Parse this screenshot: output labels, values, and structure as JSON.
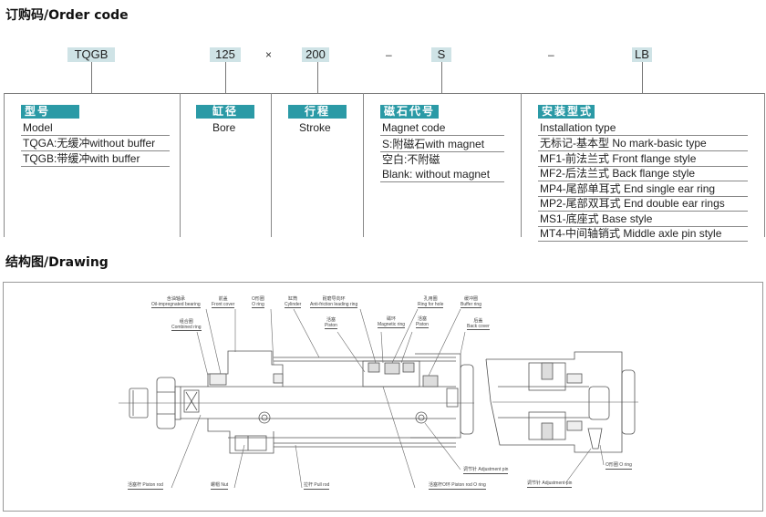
{
  "order_code": {
    "title": "订购码/Order code",
    "codes": {
      "model": "TQGB",
      "bore": "125",
      "times": "×",
      "stroke": "200",
      "dash1": "–",
      "magnet": "S",
      "dash2": "–",
      "install": "LB"
    },
    "columns": {
      "model": {
        "header": "型号",
        "label": "Model",
        "rows": [
          "TQGA:无缓冲without buffer",
          "TQGB:带缓冲with buffer"
        ]
      },
      "bore": {
        "header": "缸径",
        "label": "Bore"
      },
      "stroke": {
        "header": "行程",
        "label": "Stroke"
      },
      "magnet": {
        "header": "磁石代号",
        "label": "Magnet code",
        "rows": [
          "S:附磁石with magnet",
          "空白:不附磁",
          "Blank: without magnet"
        ]
      },
      "install": {
        "header": "安装型式",
        "label": "Installation type",
        "rows": [
          "无标记-基本型 No mark-basic type",
          "MF1-前法兰式 Front flange style",
          "MF2-后法兰式 Back flange style",
          "MP4-尾部单耳式 End single ear ring",
          "MP2-尾部双耳式 End double ear rings",
          "MS1-底座式 Base style",
          "MT4-中间轴销式 Middle axle pin style"
        ]
      }
    }
  },
  "drawing": {
    "title": "结构图/Drawing",
    "top_labels": [
      {
        "cn": "含油轴承",
        "en": "Oil-impregnated bearing"
      },
      {
        "cn": "前盖",
        "en": "Front cover"
      },
      {
        "cn": "O形圈",
        "en": "O ring"
      },
      {
        "cn": "缸筒",
        "en": "Cylinder"
      },
      {
        "cn": "耐磨导向环",
        "en": "Anti-friction leading ring"
      },
      {
        "cn": "孔用圈",
        "en": "Ring for hole"
      },
      {
        "cn": "缓冲圈",
        "en": "Buffer ring"
      },
      {
        "cn": "组合圈",
        "en": "Combined ring"
      },
      {
        "cn": "活塞",
        "en": "Piston"
      },
      {
        "cn": "磁环",
        "en": "Magnetic ring"
      },
      {
        "cn": "活塞",
        "en": "Piston"
      },
      {
        "cn": "后盖",
        "en": "Back cover"
      }
    ],
    "bottom_labels": [
      {
        "text": "活塞杆 Piston rod"
      },
      {
        "text": "螺帽 Nut"
      },
      {
        "text": "拉杆 Pull rod"
      },
      {
        "text": "活塞杆O环 Piston rod O ring"
      },
      {
        "text": "调节针 Adjustment pin"
      },
      {
        "text": "调节针 Adjustment pin"
      },
      {
        "text": "O形圈 O ring"
      }
    ]
  },
  "colors": {
    "header_bg": "#2b9aa6",
    "code_tag_bg": "#cfe3e6"
  }
}
